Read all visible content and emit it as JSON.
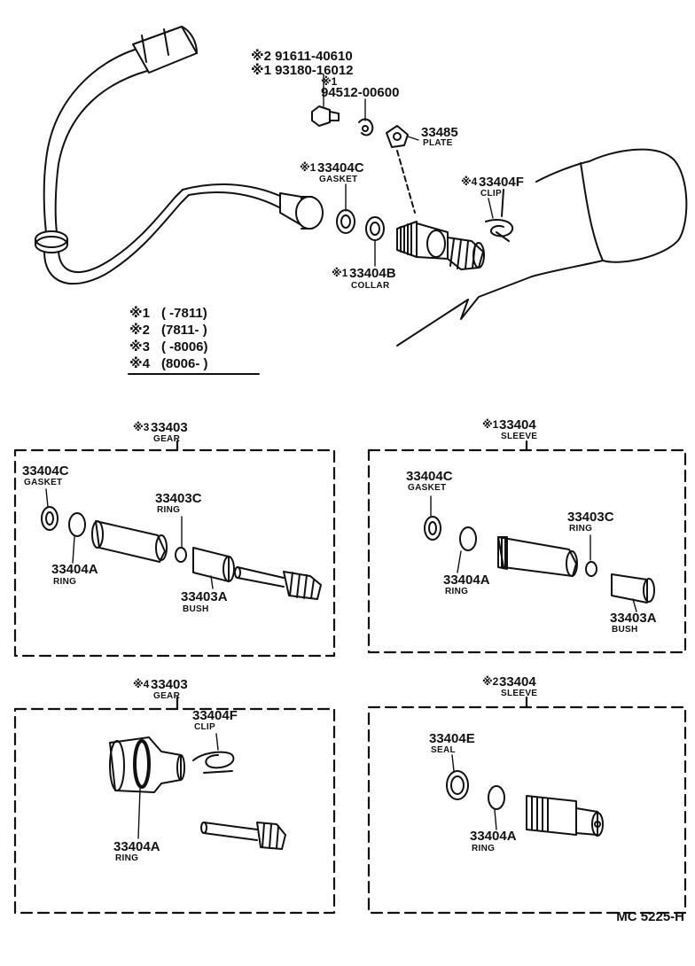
{
  "top": {
    "bolt_label_a": "※2 91611-40610",
    "bolt_label_b": "※1 93180-16012",
    "washer_mark": "※1",
    "washer_pn": "94512-00600",
    "plate_pn": "33485",
    "plate_name": "PLATE",
    "gasket_mark": "※1",
    "gasket_pn": "33404C",
    "gasket_name": "GASKET",
    "clip_mark": "※4",
    "clip_pn": "33404F",
    "clip_name": "CLIP",
    "collar_mark": "※1",
    "collar_pn": "33404B",
    "collar_name": "COLLAR"
  },
  "legend": [
    {
      "key": "※1",
      "range": "(        -7811)"
    },
    {
      "key": "※2",
      "range": "(7811-          )"
    },
    {
      "key": "※3",
      "range": "(        -8006)"
    },
    {
      "key": "※4",
      "range": "(8006-          )"
    }
  ],
  "box1": {
    "mark": "※3",
    "pn": "33403",
    "name": "GEAR",
    "gasket_pn": "33404C",
    "gasket_name": "GASKET",
    "ring_c_pn": "33403C",
    "ring_c_name": "RING",
    "ring_a_pn": "33404A",
    "ring_a_name": "RING",
    "bush_pn": "33403A",
    "bush_name": "BUSH"
  },
  "box2": {
    "mark": "※1",
    "pn": "33404",
    "name": "SLEEVE",
    "gasket_pn": "33404C",
    "gasket_name": "GASKET",
    "ring_c_pn": "33403C",
    "ring_c_name": "RING",
    "ring_a_pn": "33404A",
    "ring_a_name": "RING",
    "bush_pn": "33403A",
    "bush_name": "BUSH"
  },
  "box3": {
    "mark": "※4",
    "pn": "33403",
    "name": "GEAR",
    "clip_pn": "33404F",
    "clip_name": "CLIP",
    "ring_a_pn": "33404A",
    "ring_a_name": "RING"
  },
  "box4": {
    "mark": "※2",
    "pn": "33404",
    "name": "SLEEVE",
    "seal_pn": "33404E",
    "seal_name": "SEAL",
    "ring_a_pn": "33404A",
    "ring_a_name": "RING"
  },
  "drawing_code": "MC 5225-H"
}
